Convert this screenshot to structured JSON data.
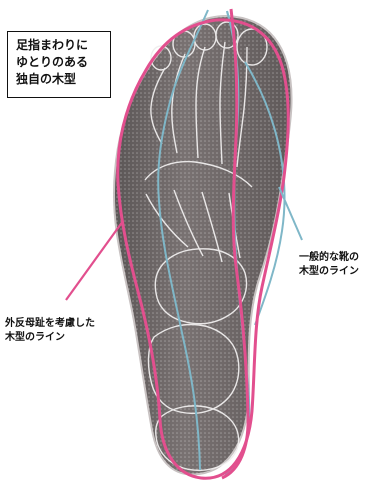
{
  "title_box": {
    "lines": [
      "足指まわりに",
      "ゆとりのある",
      "独自の木型"
    ]
  },
  "callout_general": {
    "lines": [
      "一般的な靴の",
      "木型のライン"
    ],
    "color": "#7fb7c8"
  },
  "callout_hallux": {
    "lines": [
      "外反母趾を考慮した",
      "木型のライン"
    ],
    "color": "#e24f8e"
  },
  "insole": {
    "sole_color": "#6e6867",
    "bone_line_color": "#f0eeee"
  }
}
